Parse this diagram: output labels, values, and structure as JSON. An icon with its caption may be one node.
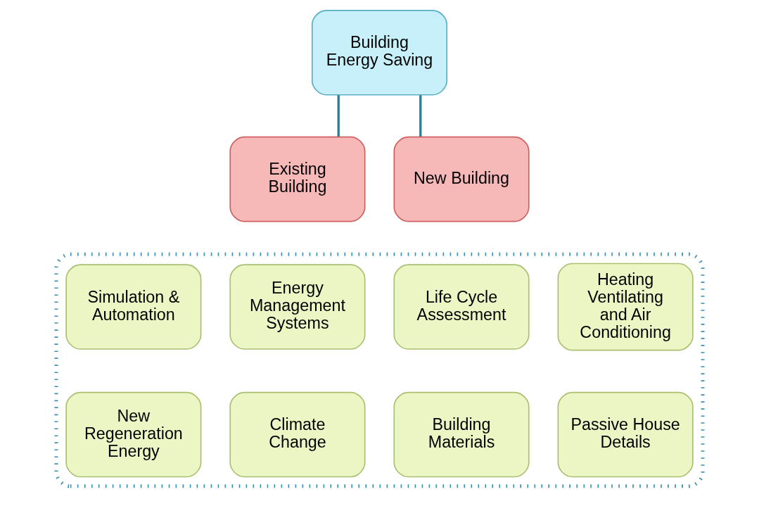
{
  "diagram": {
    "nodes": [
      {
        "text": [
          "Building Energy Saving"
        ]
      },
      {
        "text": [
          "Existing Building"
        ]
      },
      {
        "text": [
          "New Building"
        ]
      },
      {
        "text": [],
        "shape": "box"
      },
      {
        "text": [
          "Energy Management Systems"
        ],
        "in": 3
      },
      {
        "text": [
          "Simulation & Automation"
        ],
        "in": 3
      },
      {
        "text": [
          "Heating Ventilating and Air Conditioning"
        ],
        "in": 3
      },
      {
        "text": [
          "Life Cycle Assessment"
        ],
        "in": 3
      },
      {
        "text": [
          "Climate Change"
        ],
        "in": 3
      },
      {
        "text": [
          "New Regeneration Energy"
        ],
        "in": 3
      },
      {
        "text": [
          "Passive House Details"
        ],
        "in": 3
      },
      {
        "text": [
          "Building Materials"
        ],
        "in": 3
      }
    ],
    "edges": [
      {
        "from": 0,
        "to": 1,
        "arrow": "none"
      },
      {
        "from": 0,
        "to": 2,
        "arrow": "none"
      }
    ]
  }
}
